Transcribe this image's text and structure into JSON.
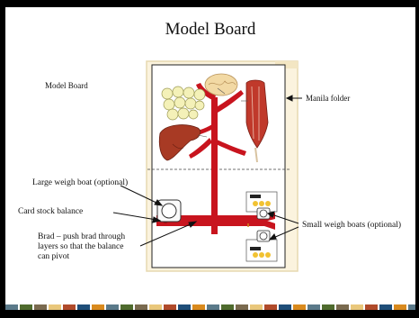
{
  "slide": {
    "title": "Model Board",
    "left_label": "Model Board"
  },
  "labels": {
    "manila_folder": "Manila folder",
    "large_weigh_boat": "Large weigh boat (optional)",
    "card_stock_balance": "Card stock balance",
    "brad_note": [
      "Brad – push brad through",
      "layers so that the balance",
      "can pivot"
    ],
    "small_weigh_boats": "Small weigh boats (optional)"
  },
  "colors": {
    "folder": "#fbf3de",
    "folder_edge": "#e7d9b0",
    "vessel_red": "#c8141e",
    "liver": "#a83a24",
    "muscle": "#c0392b",
    "brain": "#f2d9a4",
    "fat": "#f4f1b8",
    "footer": [
      "#5b7a8a",
      "#1f4e79",
      "#e9c77b",
      "#4f6b2e",
      "#d98a1e",
      "#b04a2a",
      "#7a6a4f"
    ]
  }
}
